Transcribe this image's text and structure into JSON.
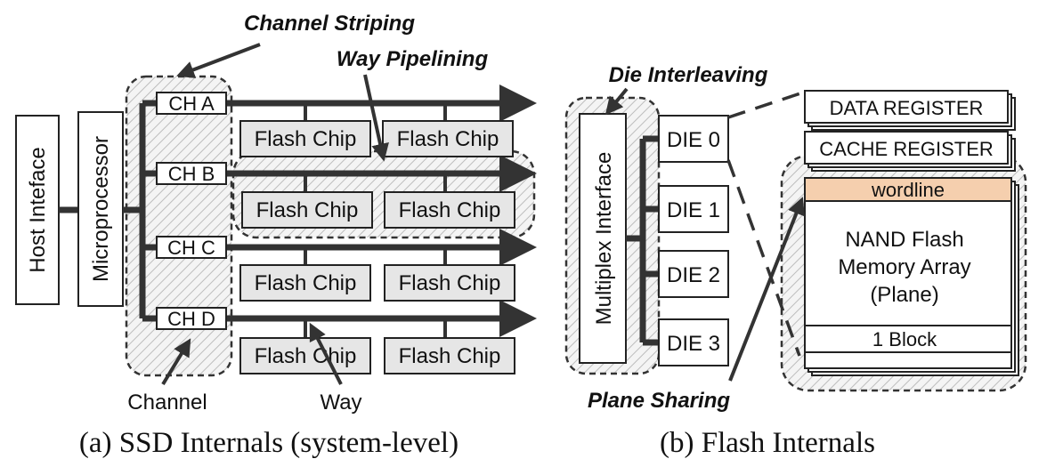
{
  "part_a": {
    "host_interface": "Host Inteface",
    "microprocessor": "Microprocessor",
    "channels": [
      "CH A",
      "CH B",
      "CH C",
      "CH D"
    ],
    "flash_chip_label": "Flash Chip",
    "annotations": {
      "channel_striping": "Channel Striping",
      "way_pipelining": "Way Pipelining",
      "channel": "Channel",
      "way": "Way"
    },
    "caption": "(a) SSD Internals (system-level)"
  },
  "part_b": {
    "multiplex_interface": "Multiplex Interface",
    "dies": [
      "DIE 0",
      "DIE 1",
      "DIE 2",
      "DIE 3"
    ],
    "data_register": "DATA REGISTER",
    "cache_register": "CACHE REGISTER",
    "wordline": "wordline",
    "array_lines": [
      "NAND Flash",
      "Memory Array",
      "(Plane)"
    ],
    "block": "1 Block",
    "annotations": {
      "die_interleaving": "Die Interleaving",
      "plane_sharing": "Plane Sharing"
    },
    "caption": "(b) Flash Internals"
  },
  "colors": {
    "chip_fill": "#e6e6e6",
    "wordline_fill": "#f5cfae",
    "stroke": "#222222"
  }
}
